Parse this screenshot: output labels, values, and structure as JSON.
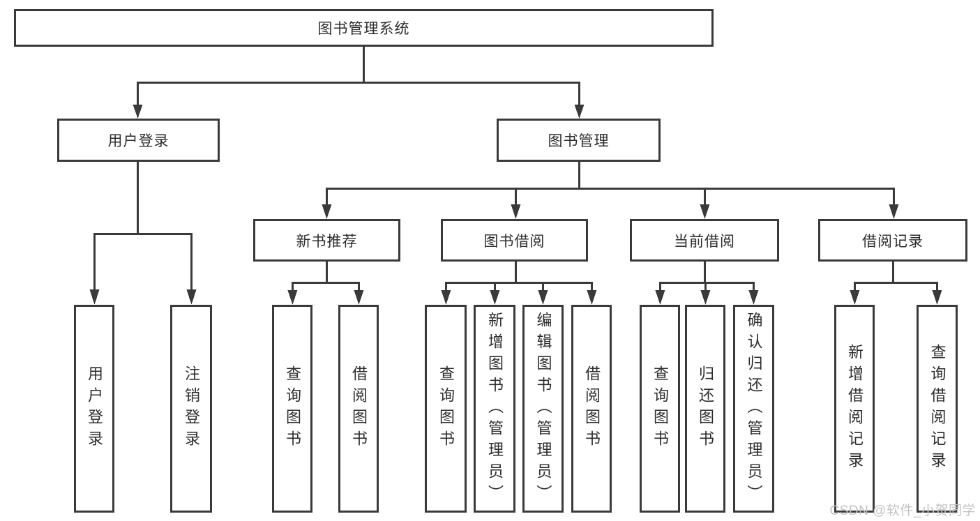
{
  "diagram": {
    "title": "图书管理系统",
    "root": {
      "label": "图书管理系统",
      "children": [
        {
          "label": "用户登录",
          "children": [
            {
              "label": "用户登录"
            },
            {
              "label": "注销登录"
            }
          ]
        },
        {
          "label": "图书管理",
          "children": [
            {
              "label": "新书推荐",
              "children": [
                {
                  "label": "查询图书"
                },
                {
                  "label": "借阅图书"
                }
              ]
            },
            {
              "label": "图书借阅",
              "children": [
                {
                  "label": "查询图书"
                },
                {
                  "label": "新增图书（管理员）"
                },
                {
                  "label": "编辑图书（管理员）"
                },
                {
                  "label": "借阅图书"
                }
              ]
            },
            {
              "label": "当前借阅",
              "children": [
                {
                  "label": "查询图书"
                },
                {
                  "label": "归还图书"
                },
                {
                  "label": "确认归还（管理员）"
                }
              ]
            },
            {
              "label": "借阅记录",
              "children": [
                {
                  "label": "新增借阅记录"
                },
                {
                  "label": "查询借阅记录"
                }
              ]
            }
          ]
        }
      ]
    }
  },
  "watermark": {
    "text": "CSDN @软件_小贺同学"
  },
  "colors": {
    "line": "#3a3a3a",
    "text": "#2d2d2d",
    "watermark": "#c3c3c3",
    "background": "#ffffff"
  }
}
